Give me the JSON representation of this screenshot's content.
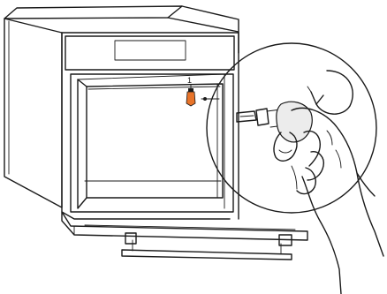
{
  "callout": {
    "number": "1"
  },
  "colors": {
    "lamp_accent": "#e8742a",
    "lamp_shade": "#ececec",
    "line": "#1a1a1a"
  },
  "icons": [
    "oven",
    "oven-lamp",
    "rotate-arrow",
    "hand",
    "halogen-bulb"
  ]
}
